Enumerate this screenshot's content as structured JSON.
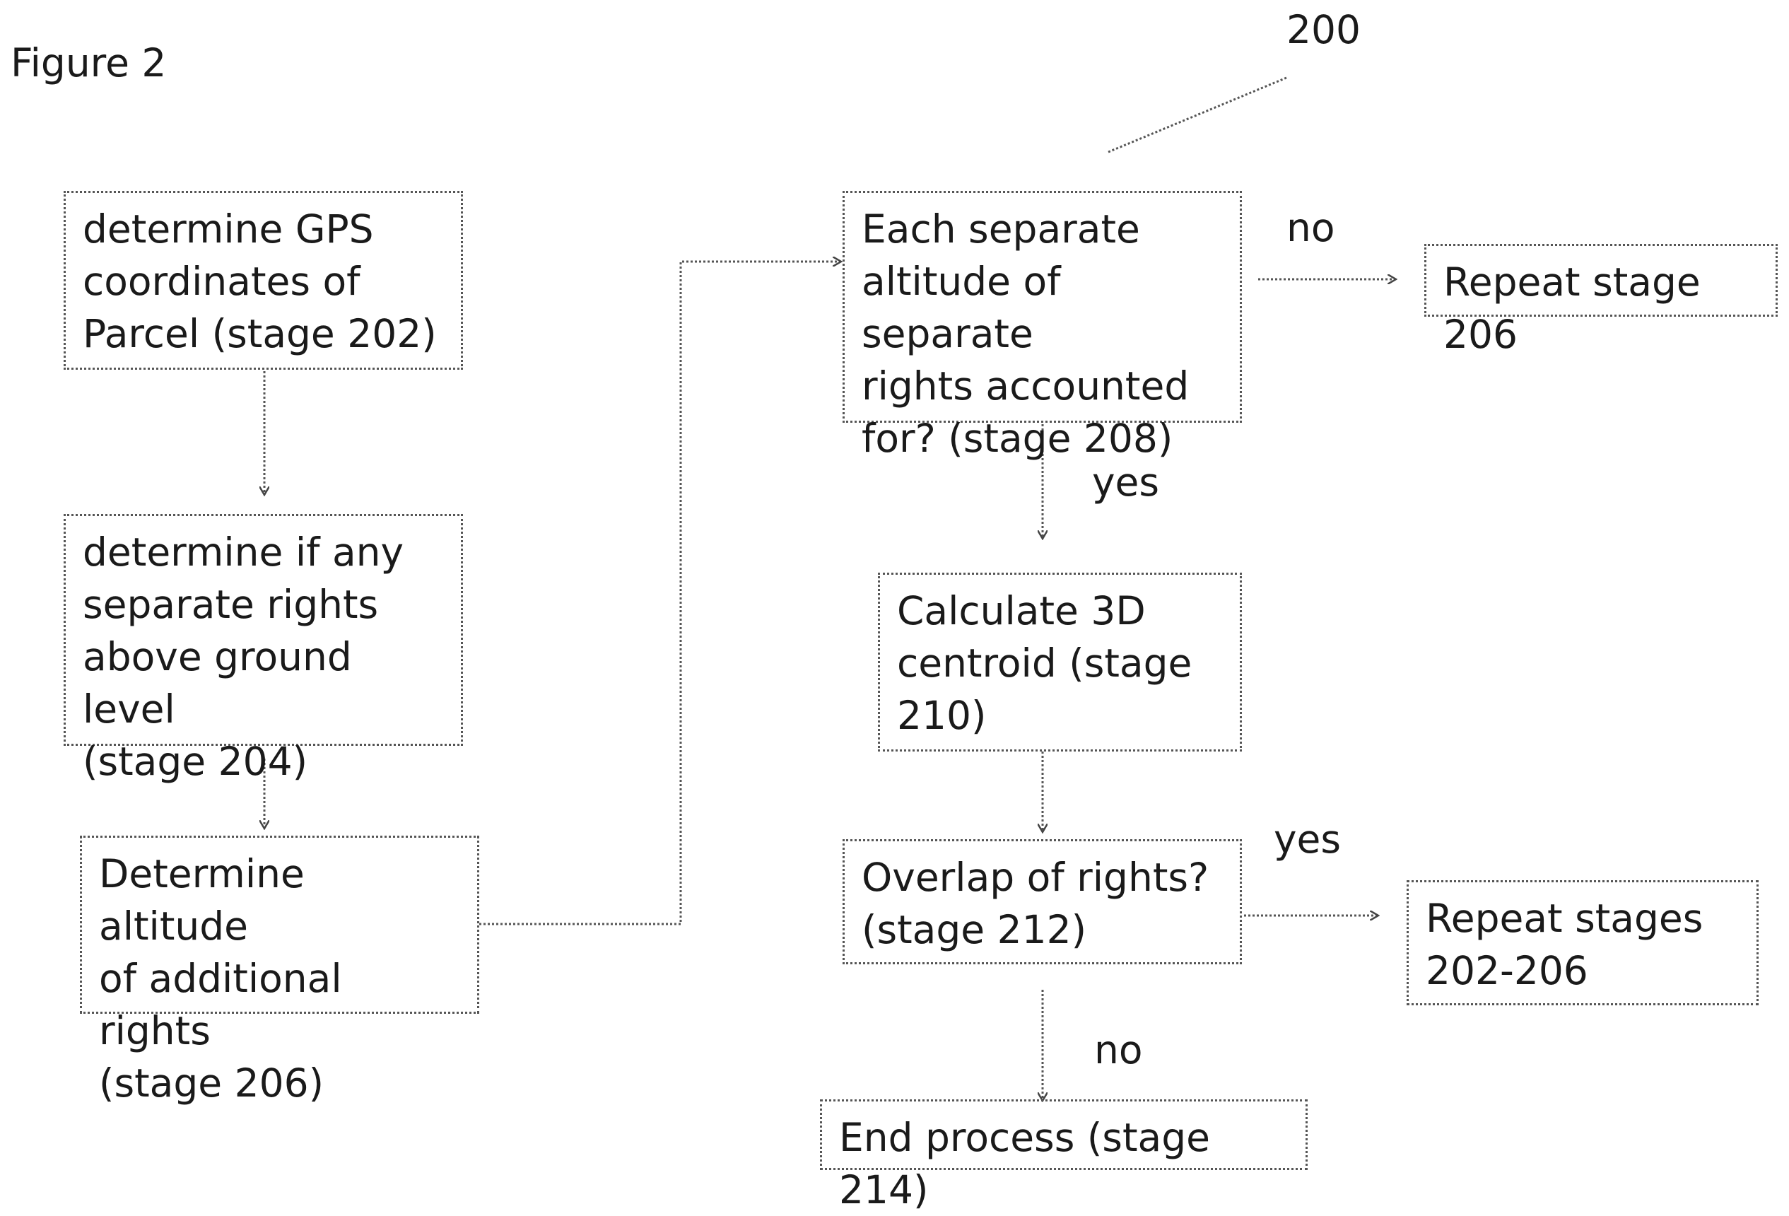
{
  "figure_label": "Figure 2",
  "reference_numeral": "200",
  "boxes": {
    "stage_202": "determine GPS\ncoordinates of\nParcel (stage 202)",
    "stage_204": "determine if any\nseparate rights\nabove ground level\n(stage 204)",
    "stage_206": "Determine altitude\nof additional rights\n(stage 206)",
    "stage_208": "Each separate\naltitude of separate\nrights accounted\nfor? (stage 208)",
    "repeat_206": "Repeat stage 206",
    "stage_210": "Calculate 3D\ncentroid (stage\n210)",
    "stage_212": "Overlap of rights?\n(stage 212)",
    "repeat_202_206": "Repeat stages\n202-206",
    "stage_214": "End process (stage 214)"
  },
  "edge_labels": {
    "no_208": "no",
    "yes_208": "yes",
    "yes_212": "yes",
    "no_212": "no"
  }
}
